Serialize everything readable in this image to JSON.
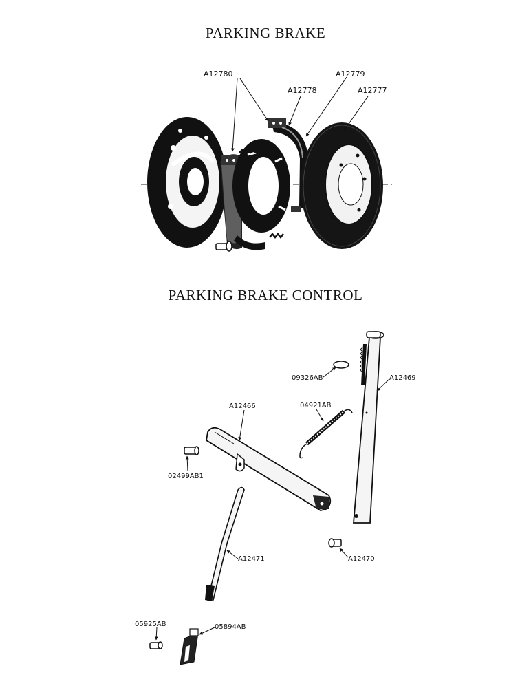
{
  "titles": {
    "parking_brake": "PARKING BRAKE",
    "parking_brake_control": "PARKING BRAKE CONTROL"
  },
  "parking_brake_parts": {
    "shoe": "A12780",
    "lining": "A12778",
    "spring": "A12779",
    "drum": "A12777"
  },
  "control_parts": {
    "lever_pin": "09326AB",
    "hand_lever": "A12469",
    "return_spring": "04921AB",
    "lever_arm": "A12466",
    "clevis_pin_a": "02499AB1",
    "rod": "A12471",
    "pivot_pin": "A12470",
    "clevis_pin_b": "05925AB",
    "yoke": "05894AB"
  }
}
